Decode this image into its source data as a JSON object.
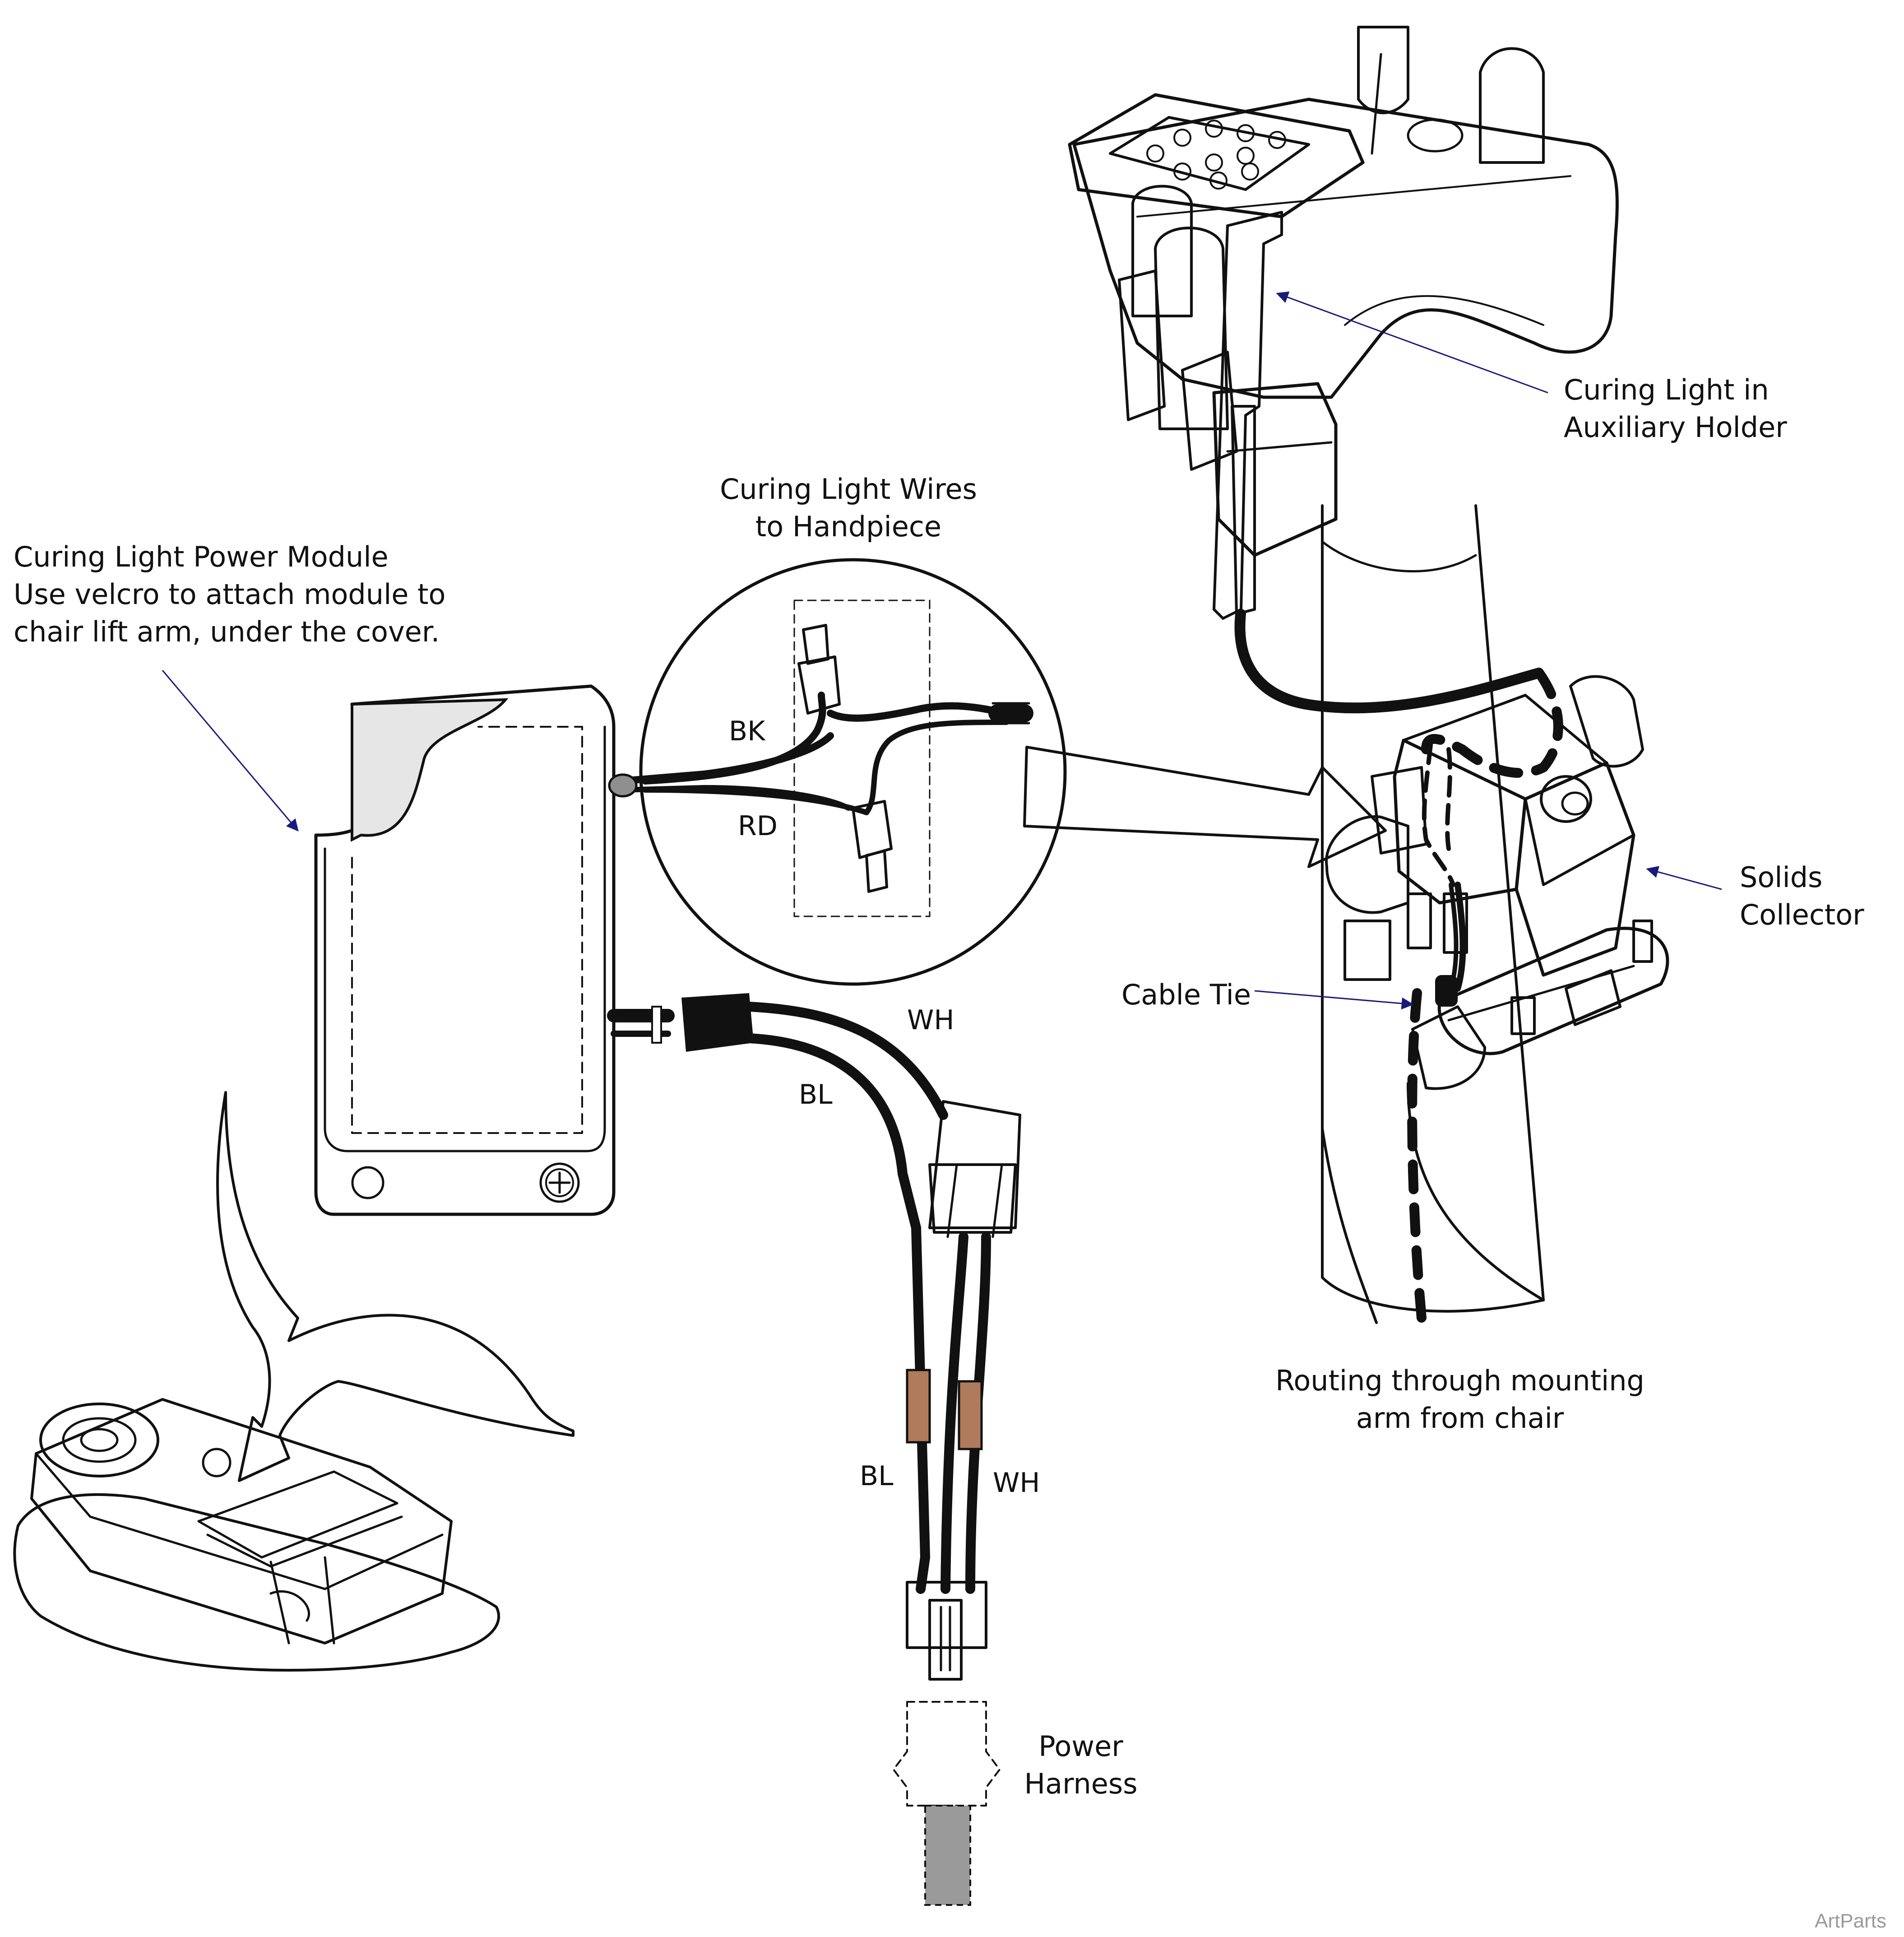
{
  "labels": {
    "power_module": [
      "Curing Light Power Module",
      "Use velcro to attach module to",
      "chair lift arm, under the cover."
    ],
    "wires_to_handpiece": [
      "Curing Light Wires",
      "to Handpiece"
    ],
    "curing_light_holder": [
      "Curing Light in",
      "Auxiliary Holder"
    ],
    "solids_collector": [
      "Solids",
      "Collector"
    ],
    "cable_tie": "Cable Tie",
    "routing": [
      "Routing through mounting",
      "arm from chair"
    ],
    "power_harness": [
      "Power",
      "Harness"
    ]
  },
  "wire_tags": {
    "bk": "BK",
    "rd": "RD",
    "wh_upper": "WH",
    "bl_upper": "BL",
    "bl_lower": "BL",
    "wh_lower": "WH"
  },
  "credit": "ArtParts",
  "colors": {
    "black_wire": "#111111",
    "red_wire": "#e0202a",
    "blue_wire": "#2f86d8",
    "green_wire": "#39d84a",
    "gray_cable": "#8f8f8f",
    "dashed_route": "#bdbdbd",
    "callout_arrow": "#1a1a7a",
    "sleeve": "#b07a5c"
  }
}
